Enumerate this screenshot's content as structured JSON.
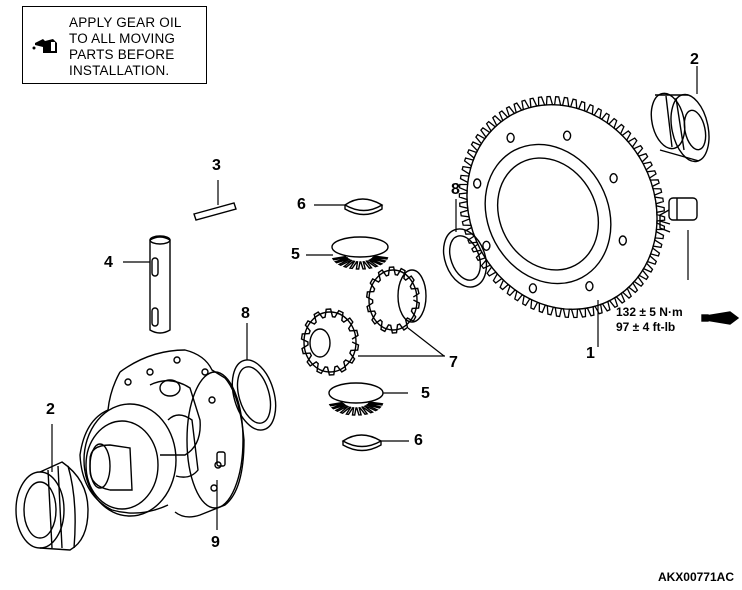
{
  "note": {
    "lines": [
      "APPLY GEAR OIL",
      "TO ALL MOVING",
      "PARTS BEFORE",
      "INSTALLATION."
    ],
    "icon": "oil-can-icon"
  },
  "callouts": {
    "ring_gear": "1",
    "bearing_right": "2",
    "bearing_left": "2",
    "pin": "3",
    "shaft": "4",
    "washer_top": "6",
    "washer_bottom": "6",
    "side_gear_top": "5",
    "side_gear_bottom": "5",
    "pinions": "7",
    "shim_ring": "8",
    "shim_case": "8",
    "case": "9"
  },
  "torque": {
    "metric": "132 ± 5 N·m",
    "imperial": "97 ± 4 ft-lb",
    "icon": "torque-wrench-icon"
  },
  "figure_code": "AKX00771AC"
}
